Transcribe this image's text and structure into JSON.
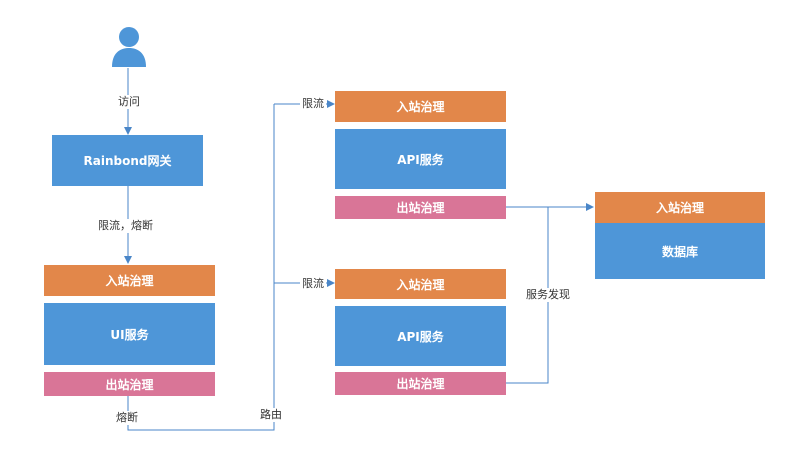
{
  "user": {
    "icon": "user-icon"
  },
  "edges": {
    "visit": "访问",
    "ratelimit_fuse": "限流，熔断",
    "fuse": "熔断",
    "route": "路由",
    "ratelimit_top": "限流",
    "ratelimit_bottom": "限流",
    "discovery": "服务发现"
  },
  "gateway": {
    "label": "Rainbond网关"
  },
  "ui_service": {
    "inbound": "入站治理",
    "name": "UI服务",
    "outbound": "出站治理"
  },
  "api_top": {
    "inbound": "入站治理",
    "name": "API服务",
    "outbound": "出站治理"
  },
  "api_bottom": {
    "inbound": "入站治理",
    "name": "API服务",
    "outbound": "出站治理"
  },
  "database": {
    "inbound": "入站治理",
    "name": "数据库"
  },
  "colors": {
    "inbound": "#E2874A",
    "service": "#4E96D8",
    "outbound": "#D97597",
    "line": "#4A86C8"
  }
}
